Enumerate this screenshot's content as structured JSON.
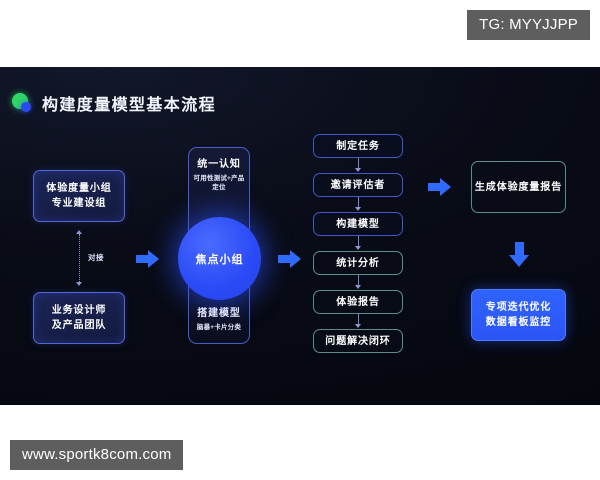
{
  "watermarks": {
    "top": "TG: MYYJJPP",
    "bottom": "www.sportk8com.com"
  },
  "header": {
    "title": "构建度量模型基本流程",
    "icon_primary": "green-dot-icon",
    "icon_secondary": "blue-dot-icon",
    "accent_green": "#2fd668",
    "accent_blue": "#2a4bf0"
  },
  "colors": {
    "slide_background": "#090c17",
    "indigo_fill": "#1b2455",
    "indigo_border": "#5566d6",
    "blue_outline": "#4257c9",
    "green_outline": "#5b8f86",
    "bright_blue": "#2f63ff",
    "arrow": "#2f6bff",
    "connector": "#8e97d6",
    "text": "#ffffff"
  },
  "columns": {
    "team": {
      "nodes": [
        {
          "line1": "体验度量小组",
          "line2": "专业建设组"
        },
        {
          "line1": "业务设计师",
          "line2": "及产品团队"
        }
      ],
      "connector_label": "对接"
    },
    "workshop": {
      "top": {
        "title": "统一认知",
        "subtitle": "可用性测试+产品定位"
      },
      "circle": {
        "label": "焦点小组"
      },
      "bottom": {
        "title": "搭建模型",
        "subtitle": "脑暴+卡片分类"
      }
    },
    "process": {
      "steps": [
        {
          "label": "制定任务",
          "style": "blue"
        },
        {
          "label": "邀请评估者",
          "style": "blue"
        },
        {
          "label": "构建模型",
          "style": "blue"
        },
        {
          "label": "统计分析",
          "style": "green"
        },
        {
          "label": "体验报告",
          "style": "green"
        },
        {
          "label": "问题解决闭环",
          "style": "green"
        }
      ]
    },
    "output": {
      "report": {
        "label": "生成体验度量报告"
      },
      "action": {
        "line1": "专项迭代优化",
        "line2": "数据看板监控"
      }
    }
  }
}
